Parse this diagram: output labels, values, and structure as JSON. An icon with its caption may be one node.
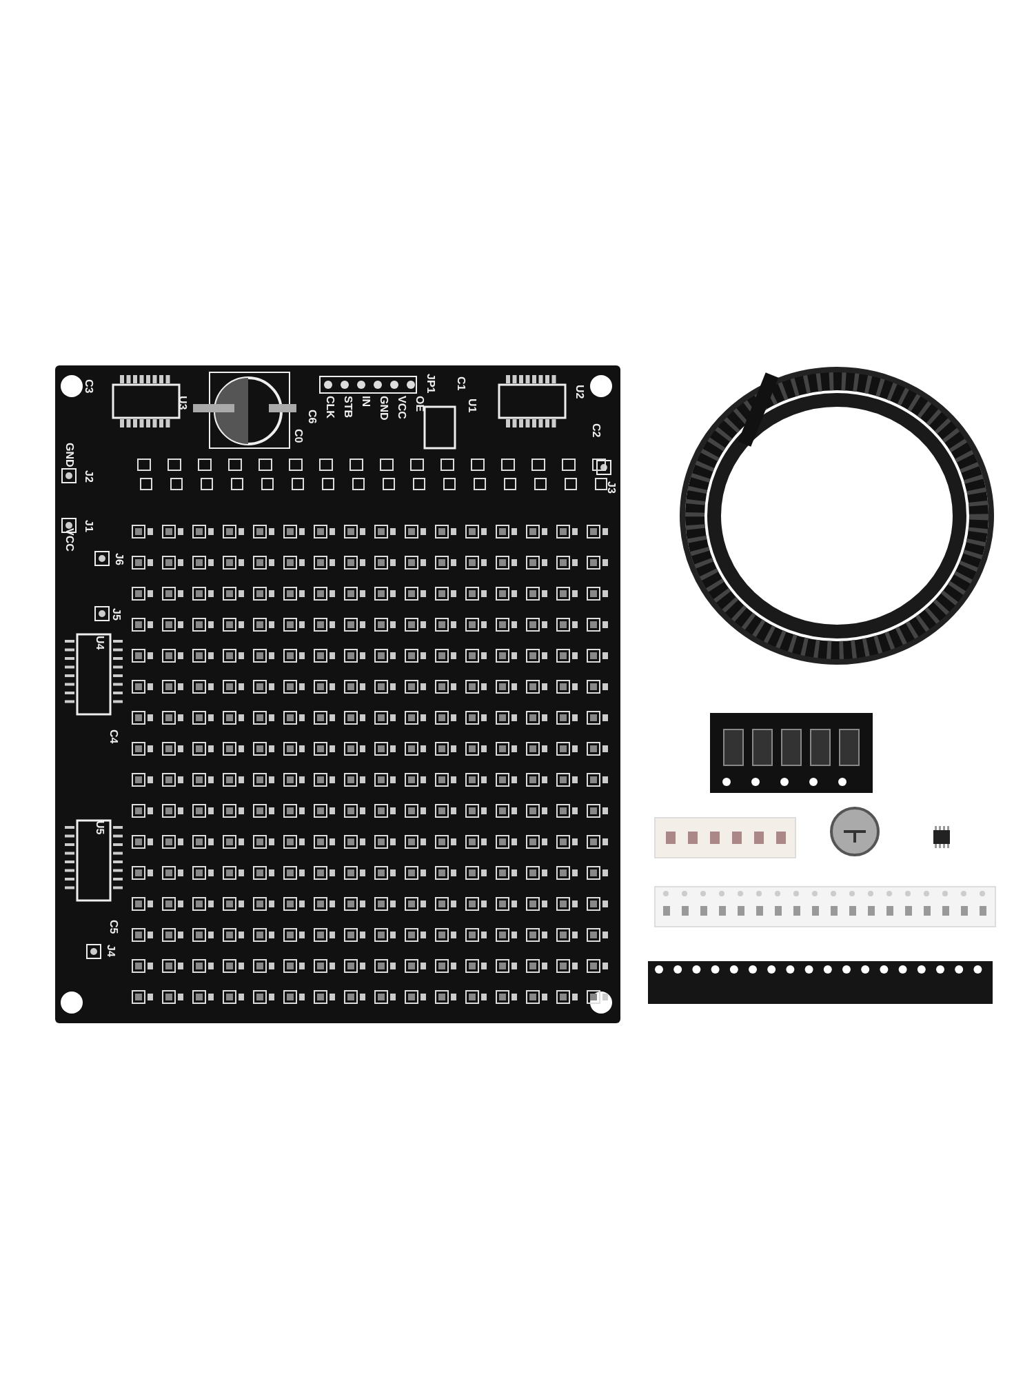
{
  "diagram": {
    "labels": [
      "C3",
      "U3",
      "C6",
      "C0",
      "CLK",
      "STB",
      "IN",
      "GND",
      "VCC",
      "OE",
      "JP1",
      "C1",
      "U1",
      "U2",
      "C2",
      "J3",
      "GND",
      "J2",
      "J1",
      "VCC",
      "J6",
      "J5",
      "U4",
      "C4",
      "U5",
      "C5",
      "J4"
    ]
  }
}
